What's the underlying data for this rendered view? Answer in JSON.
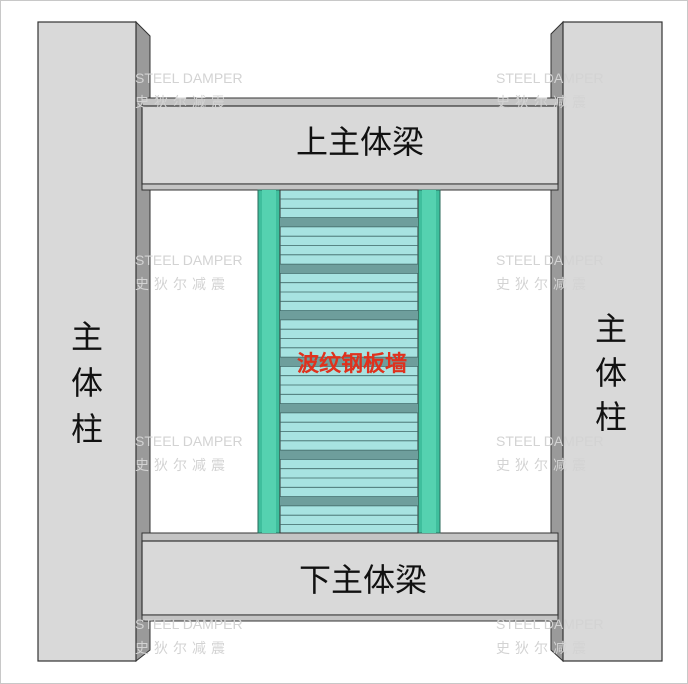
{
  "labels": {
    "top_beam": "上主体梁",
    "bottom_beam": "下主体梁",
    "left_column": [
      "主",
      "体",
      "柱"
    ],
    "right_column": [
      "主",
      "体",
      "柱"
    ],
    "wall": "波纹钢板墙"
  },
  "watermark": {
    "line1": "STEEL DAMPER",
    "line2": "史狄尔减震"
  },
  "colors": {
    "structure_fill": "#d9d9d9",
    "structure_stroke": "#333333",
    "side_face": "#9a9a9a",
    "wall_fill": "#a7e3e1",
    "wall_dark_strip": "#6e9e9c",
    "edge_plate": "#3fbf9d",
    "wall_label": "#e0311d",
    "watermark": "#d3d3d3"
  }
}
